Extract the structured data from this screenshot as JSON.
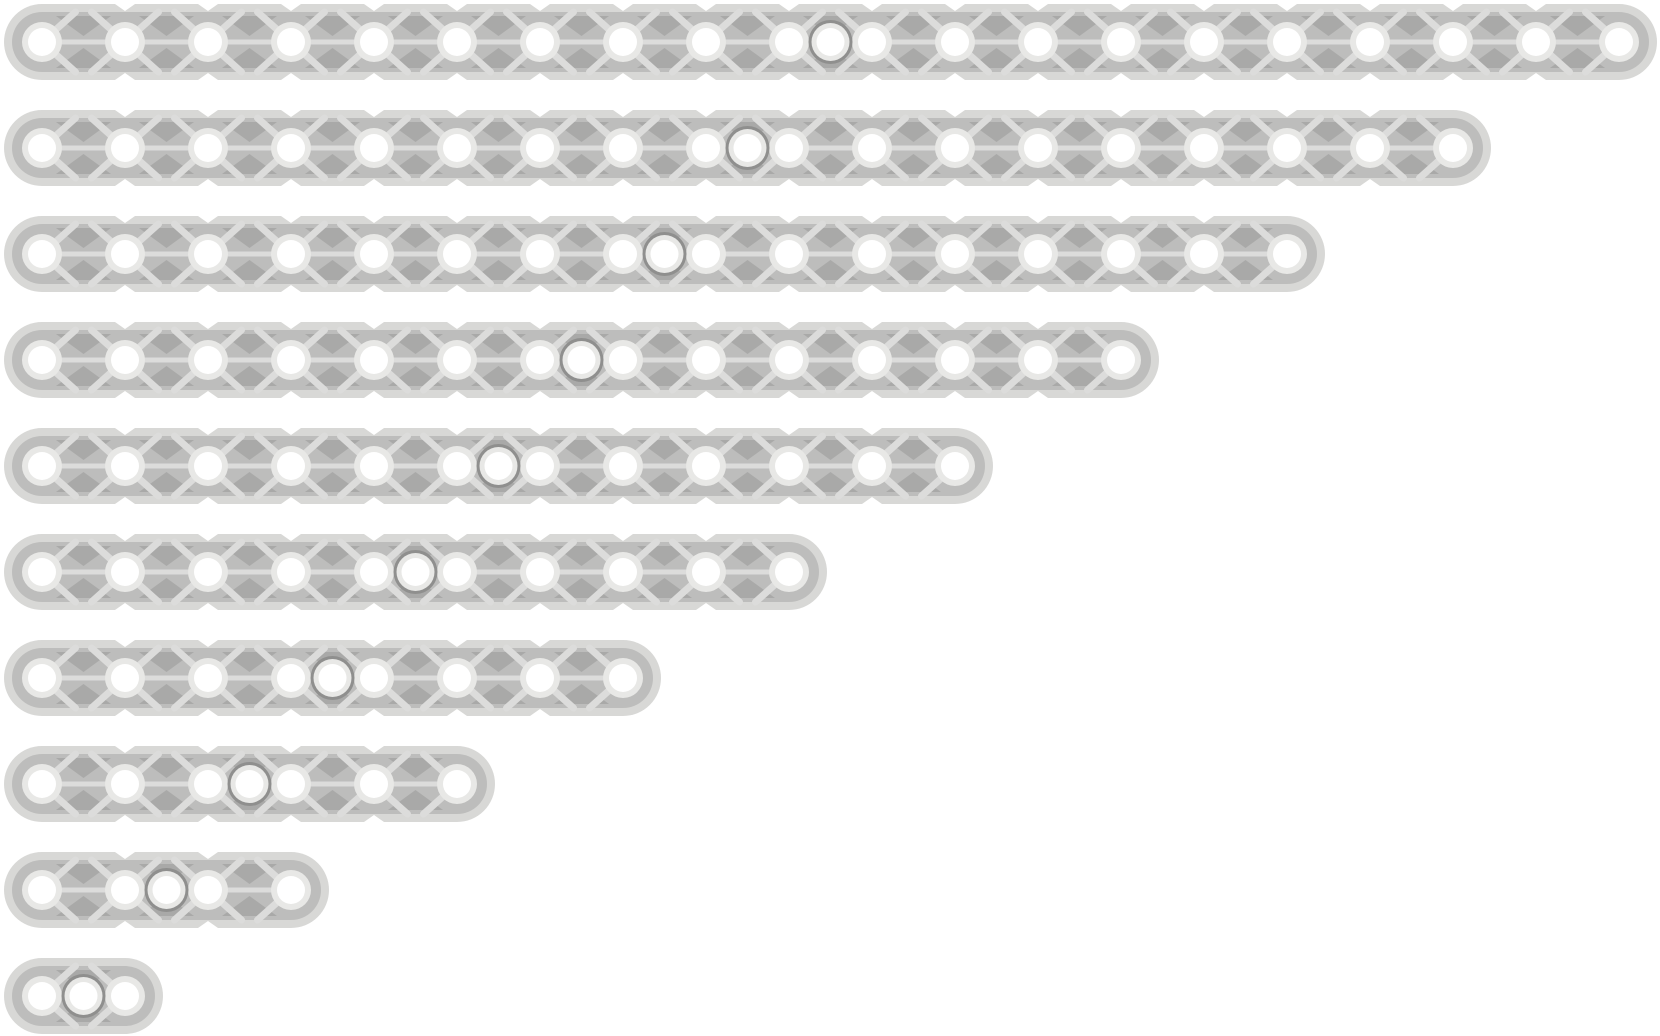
{
  "colors": {
    "background": "#ffffff",
    "beam_rim": "#d8d8d6",
    "beam_face": "#bdbdbc",
    "beam_ribs": "#dcdcdb",
    "pocket_shadow": "#a9a9a8",
    "hole_ring": "#e8e8e6",
    "hole_fill": "#ffffff",
    "center_ring_shadow": "#8f8f8e"
  },
  "beams": [
    {
      "holes": 20
    },
    {
      "holes": 18
    },
    {
      "holes": 16
    },
    {
      "holes": 14
    },
    {
      "holes": 12
    },
    {
      "holes": 10
    },
    {
      "holes": 8
    },
    {
      "holes": 6
    },
    {
      "holes": 4
    },
    {
      "holes": 2
    }
  ]
}
